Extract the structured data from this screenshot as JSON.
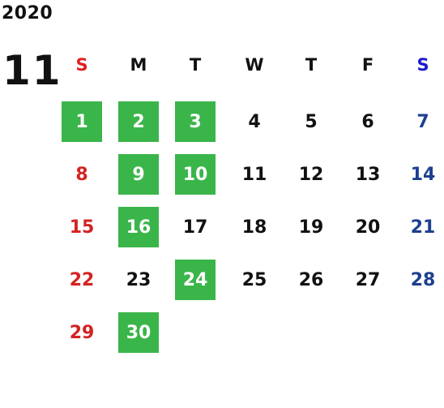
{
  "calendar": {
    "year": "2020",
    "month": "11",
    "colors": {
      "highlight": "#3ab54a",
      "sunday": "#d42222",
      "saturday": "#1d3f8f",
      "sunday_header": "#e02020",
      "saturday_header": "#1a1acc",
      "weekday": "#111111"
    },
    "weekdays": [
      "S",
      "M",
      "T",
      "W",
      "T",
      "F",
      "S"
    ],
    "weeks": [
      [
        {
          "d": "1",
          "hl": true
        },
        {
          "d": "2",
          "hl": true
        },
        {
          "d": "3",
          "hl": true
        },
        {
          "d": "4"
        },
        {
          "d": "5"
        },
        {
          "d": "6"
        },
        {
          "d": "7"
        }
      ],
      [
        {
          "d": "8"
        },
        {
          "d": "9",
          "hl": true
        },
        {
          "d": "10",
          "hl": true
        },
        {
          "d": "11"
        },
        {
          "d": "12"
        },
        {
          "d": "13"
        },
        {
          "d": "14"
        }
      ],
      [
        {
          "d": "15"
        },
        {
          "d": "16",
          "hl": true
        },
        {
          "d": "17"
        },
        {
          "d": "18"
        },
        {
          "d": "19"
        },
        {
          "d": "20"
        },
        {
          "d": "21"
        }
      ],
      [
        {
          "d": "22"
        },
        {
          "d": "23"
        },
        {
          "d": "24",
          "hl": true
        },
        {
          "d": "25"
        },
        {
          "d": "26"
        },
        {
          "d": "27"
        },
        {
          "d": "28"
        }
      ],
      [
        {
          "d": "29"
        },
        {
          "d": "30",
          "hl": true
        }
      ]
    ]
  }
}
